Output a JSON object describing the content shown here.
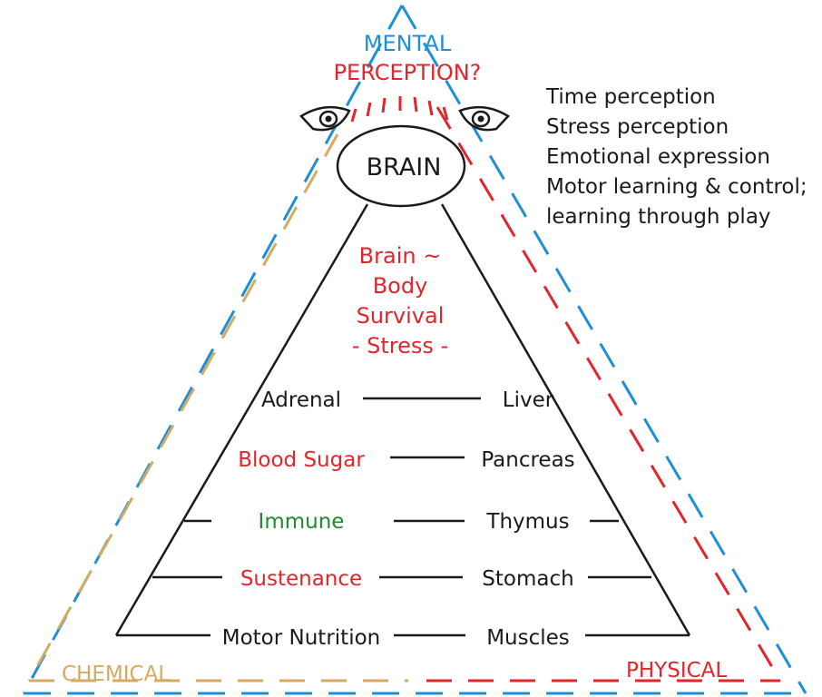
{
  "top": {
    "mental": "MENTAL",
    "perception": "PERCEPTION?"
  },
  "brain": "BRAIN",
  "perception_list": [
    "Time perception",
    "Stress perception",
    "Emotional expression",
    "Motor learning & control;",
    "learning through play"
  ],
  "center_text": [
    "Brain ~",
    "Body",
    "Survival",
    "- Stress -"
  ],
  "rows": [
    {
      "left": "Adrenal",
      "right": "Liver"
    },
    {
      "left": "Blood Sugar",
      "right": "Pancreas"
    },
    {
      "left": "Immune",
      "right": "Thymus"
    },
    {
      "left": "Sustenance",
      "right": "Stomach"
    },
    {
      "left": "Motor Nutrition",
      "right": "Muscles"
    }
  ],
  "corners": {
    "chemical": "CHEMICAL",
    "physical": "PHYSICAL"
  },
  "colors": {
    "mental": "#1d8fd6",
    "chemical": "#d4aa64",
    "physical": "#e0262b",
    "immune": "#1f8a2e",
    "text": "#1a1a1a"
  }
}
